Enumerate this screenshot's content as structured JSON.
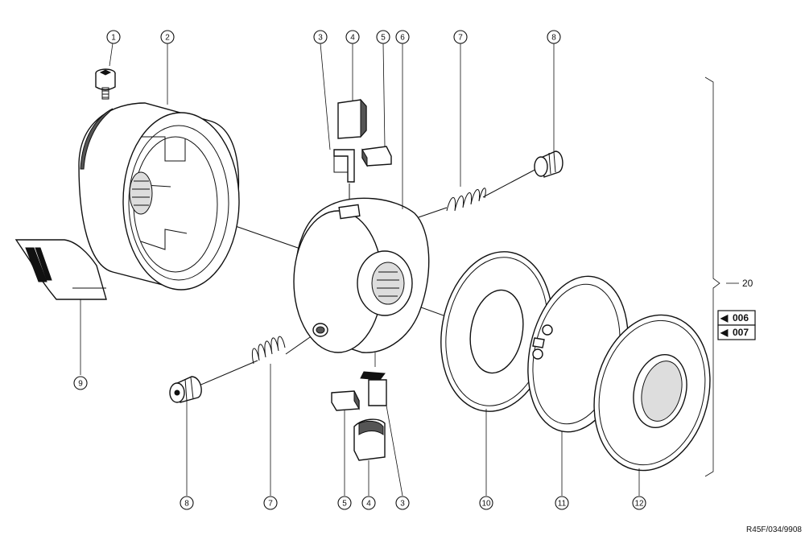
{
  "callouts": {
    "c1": "1",
    "c2": "2",
    "c3a": "3",
    "c4a": "4",
    "c5a": "5",
    "c6": "6",
    "c7a": "7",
    "c8a": "8",
    "c9": "9",
    "c8b": "8",
    "c7b": "7",
    "c5b": "5",
    "c4b": "4",
    "c3b": "3",
    "c10": "10",
    "c11": "11",
    "c12": "12"
  },
  "assembly": {
    "label": "20"
  },
  "references": [
    {
      "arrow": "◀",
      "label": "006"
    },
    {
      "arrow": "◀",
      "label": "007"
    }
  ],
  "drawing_code": "R45F/034/9908"
}
